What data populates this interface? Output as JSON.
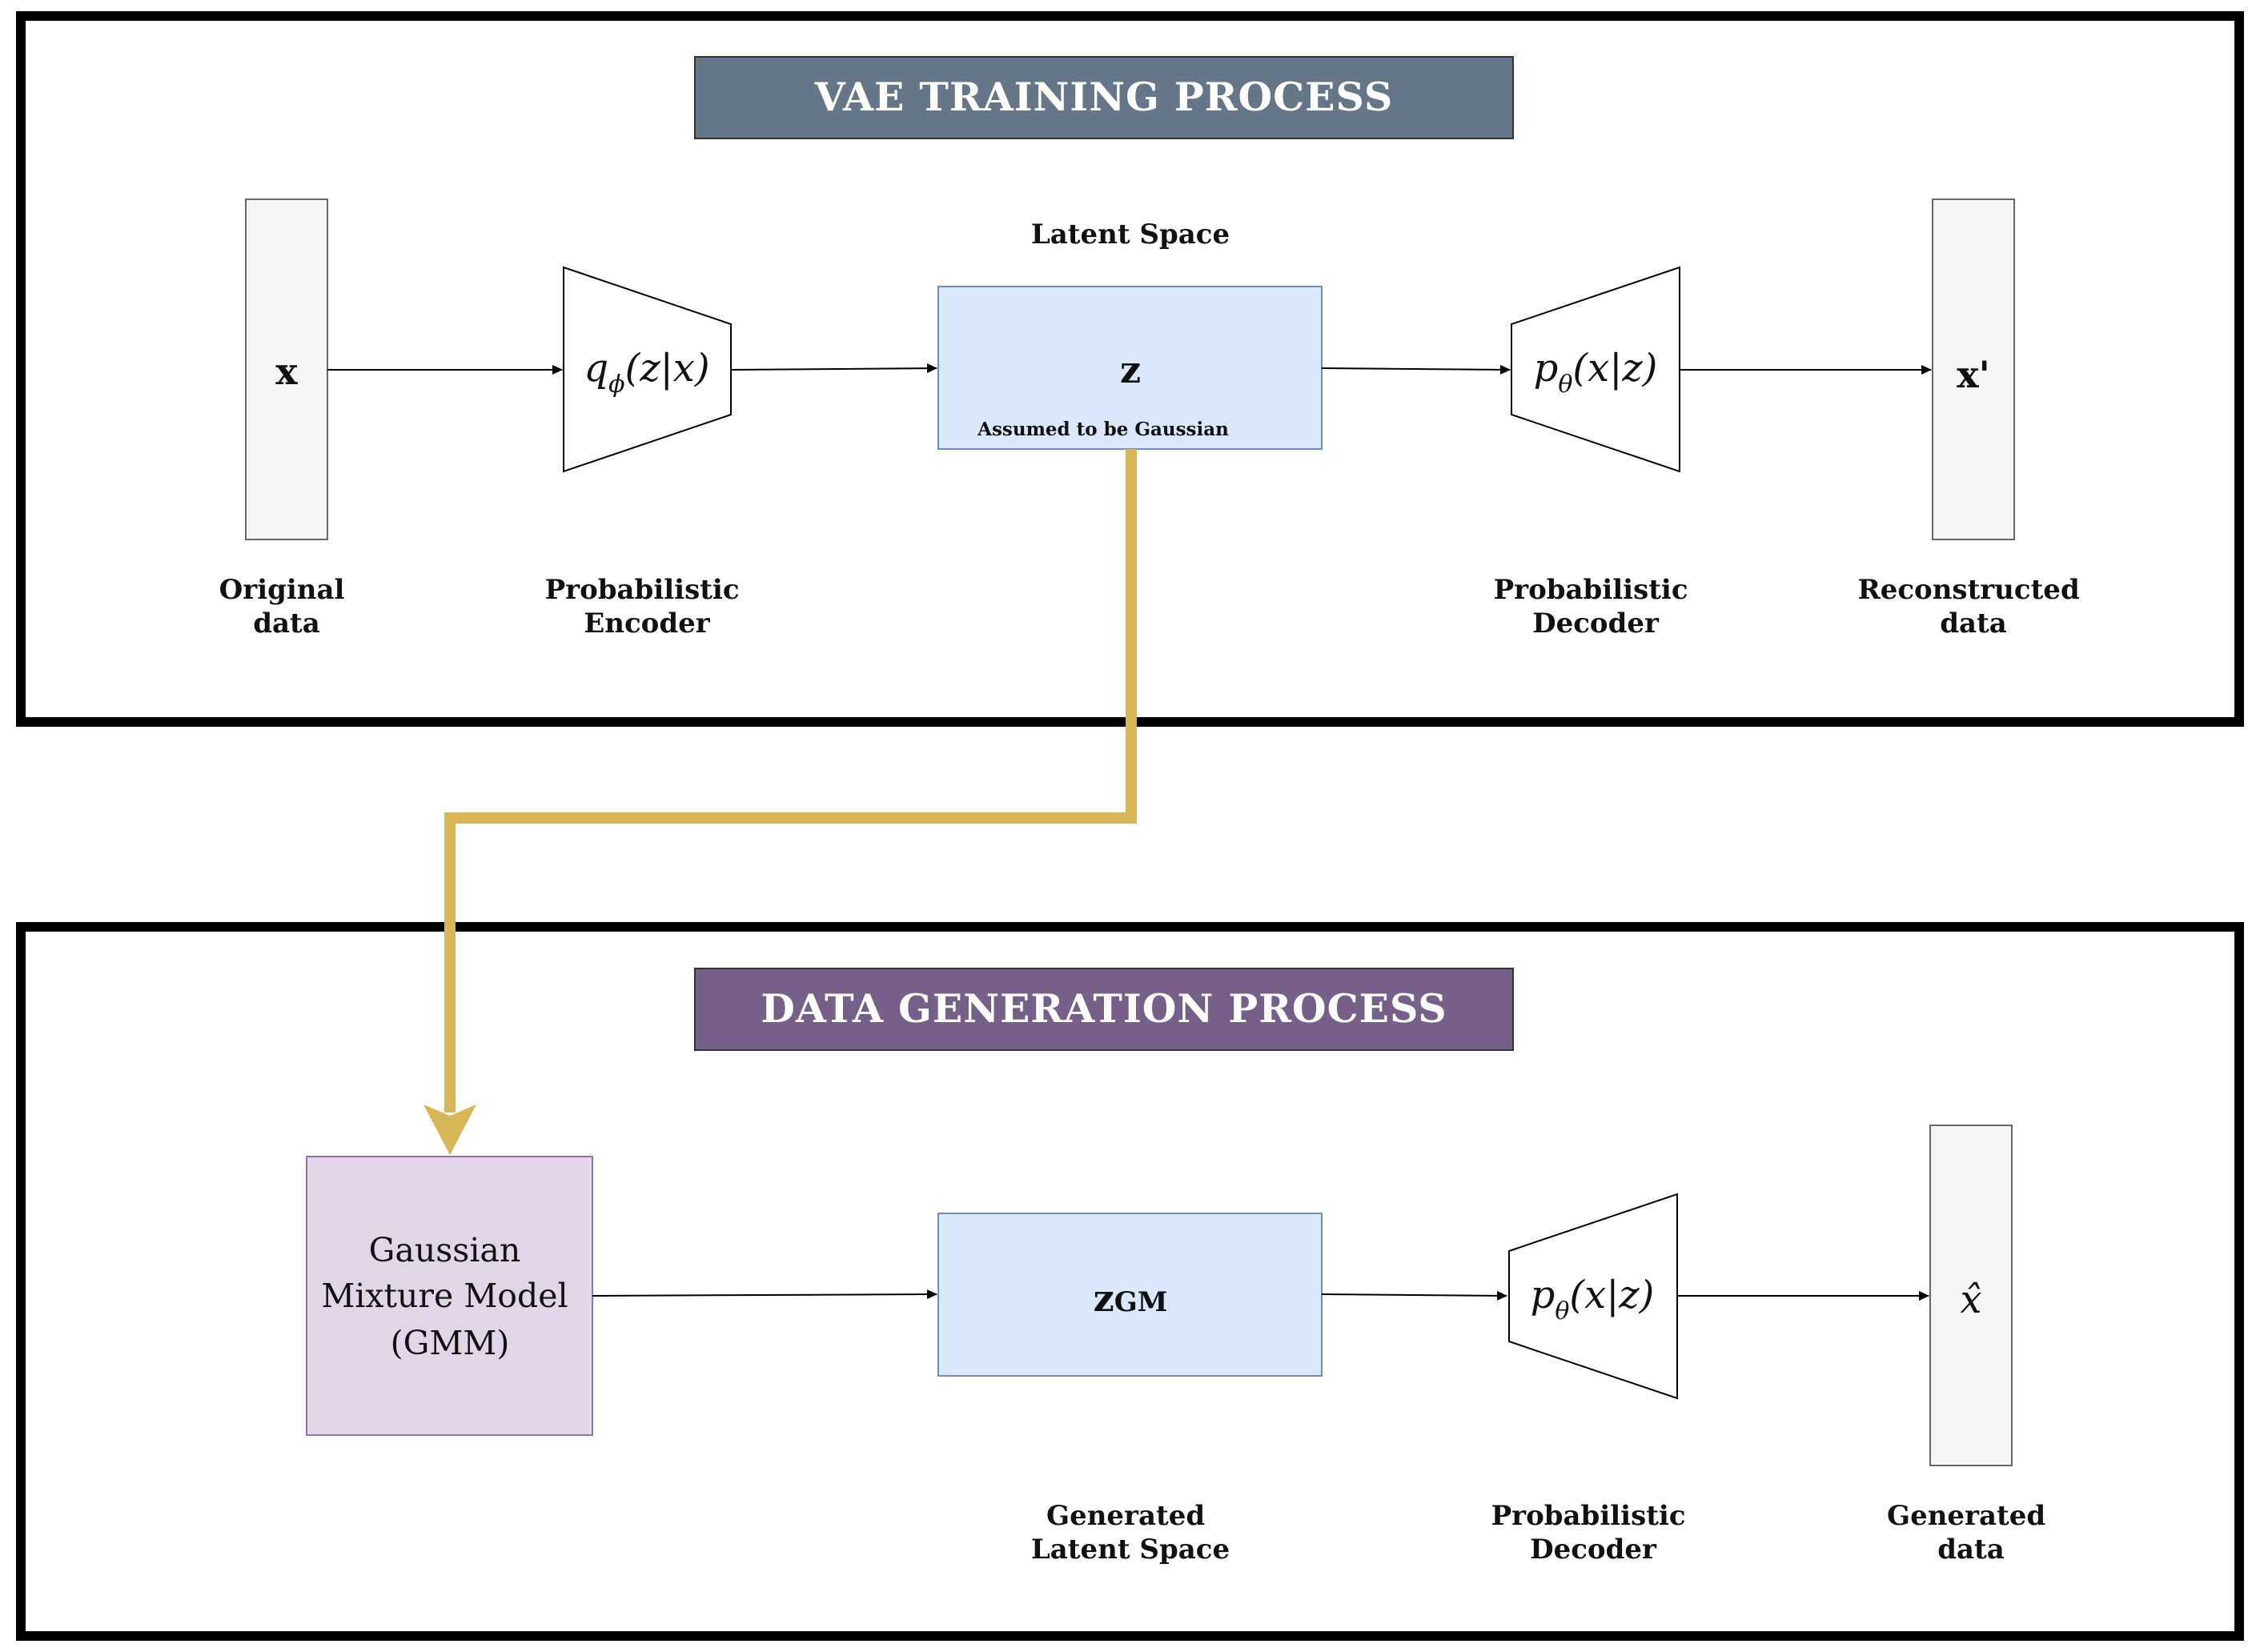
{
  "training": {
    "title": "VAE TRAINING PROCESS",
    "title_color": "#647688",
    "input_var": "x",
    "input_label": [
      "Original",
      "data"
    ],
    "encoder_fn": "q",
    "encoder_sub": "ϕ",
    "encoder_arg": "(z|x)",
    "encoder_label": [
      "Probabilistic",
      "Encoder"
    ],
    "latent_title": "Latent Space",
    "latent_var": "z",
    "latent_note": "Assumed to be Gaussian",
    "decoder_fn": "p",
    "decoder_sub": "θ",
    "decoder_arg": "(x|z)",
    "decoder_label": [
      "Probabilistic",
      "Decoder"
    ],
    "output_var": "x'",
    "output_label": [
      "Reconstructed",
      "data"
    ]
  },
  "generation": {
    "title": "DATA GENERATION PROCESS",
    "title_color": "#76608A",
    "gmm_label": [
      "Gaussian",
      "Mixture Model",
      "(GMM)"
    ],
    "latent_var": "z",
    "latent_sub": "GM",
    "latent_label": [
      "Generated",
      "Latent Space"
    ],
    "decoder_fn": "p",
    "decoder_sub": "θ",
    "decoder_arg": "(x|z)",
    "decoder_label": [
      "Probabilistic",
      "Decoder"
    ],
    "output_var": "x̂",
    "output_label": [
      "Generated",
      "data"
    ]
  },
  "colors": {
    "latent_fill": "#DAE8FC",
    "latent_stroke": "#6C8EBF",
    "gmm_fill": "#E1D5E7",
    "gmm_stroke": "#9673A6",
    "data_fill": "#F5F5F5",
    "data_stroke": "#666666",
    "connector": "#D6B656"
  }
}
